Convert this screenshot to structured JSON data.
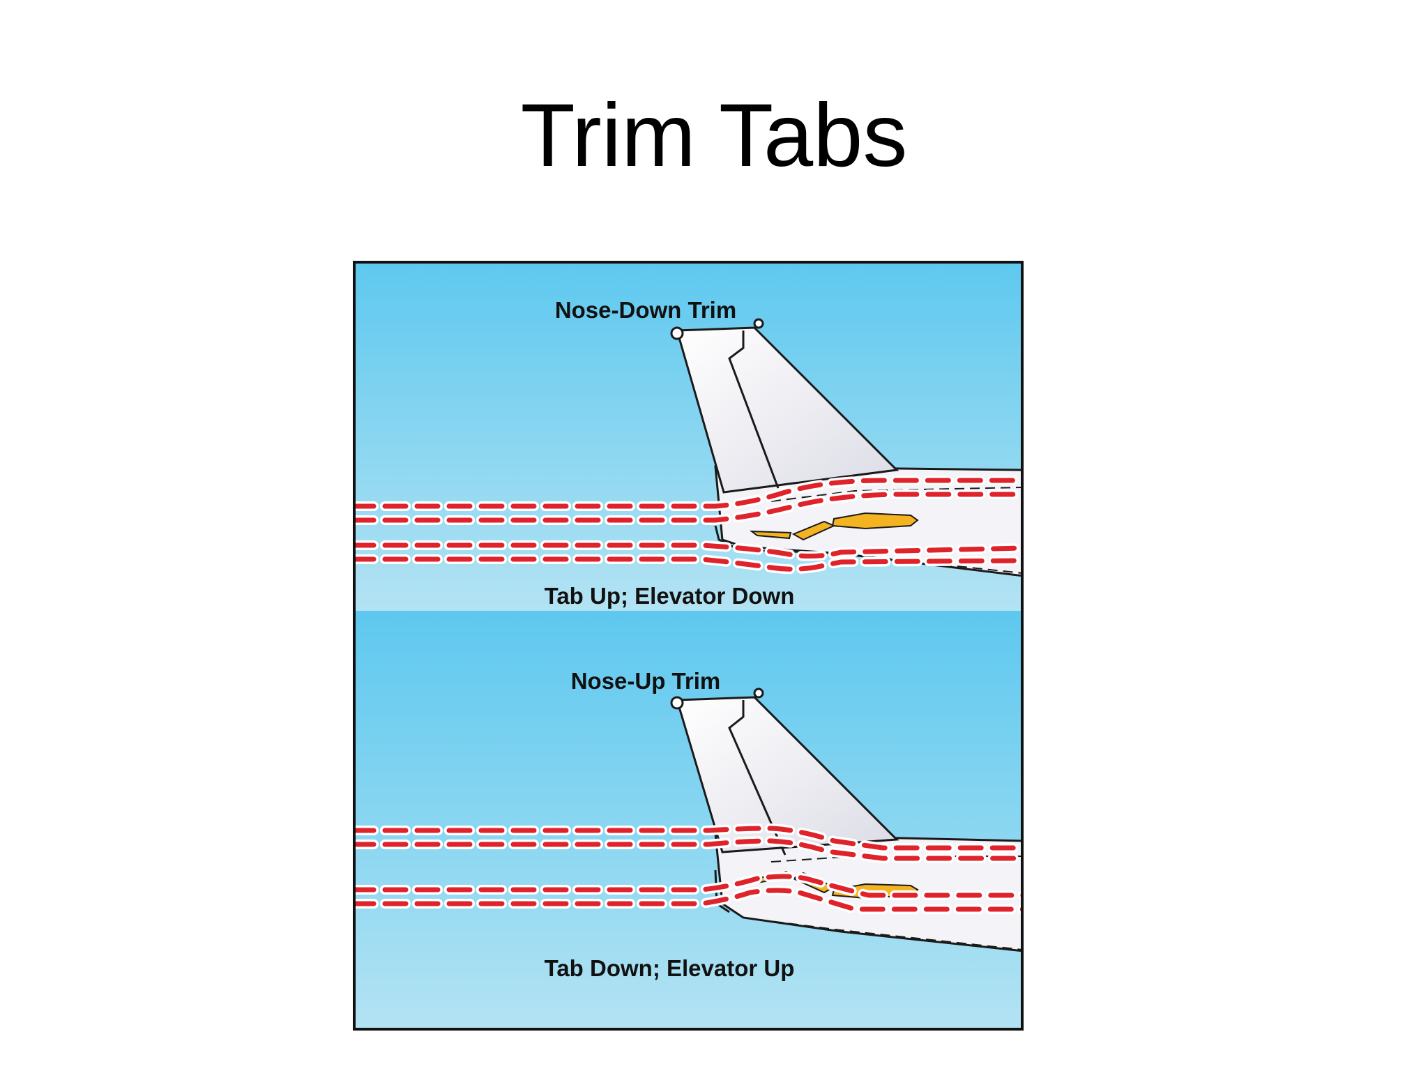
{
  "slide": {
    "title": "Trim Tabs"
  },
  "diagram": {
    "panels": [
      {
        "heading": "Nose-Down Trim",
        "caption": "Tab Up; Elevator Down"
      },
      {
        "heading": "Nose-Up Trim",
        "caption": "Tab Down; Elevator Up"
      }
    ],
    "colors": {
      "sky_top": "#5ec8ef",
      "sky_bottom": "#b3e3f3",
      "airflow": "#e0222a",
      "control_surface": "#f4b320",
      "airframe": "#f4f4f8",
      "border": "#111111"
    }
  }
}
